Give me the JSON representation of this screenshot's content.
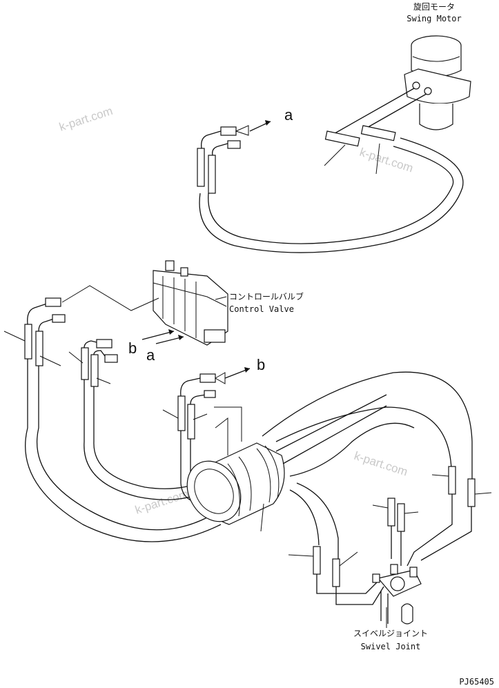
{
  "labels": {
    "swing_motor_jp": "旋回モータ",
    "swing_motor_en": "Swing Motor",
    "control_valve_jp": "コントロールバルブ",
    "control_valve_en": "Control Valve",
    "swivel_joint_jp": "スイベルジョイント",
    "swivel_joint_en": "Swivel Joint",
    "arrow_a_top": "a",
    "arrow_b_left": "b",
    "arrow_a_left": "a",
    "arrow_b_mid": "b",
    "drawing_code": "PJ65405"
  },
  "watermarks": [
    "k-part.com",
    "k-part.com",
    "k-part.com",
    "k-part.com"
  ]
}
